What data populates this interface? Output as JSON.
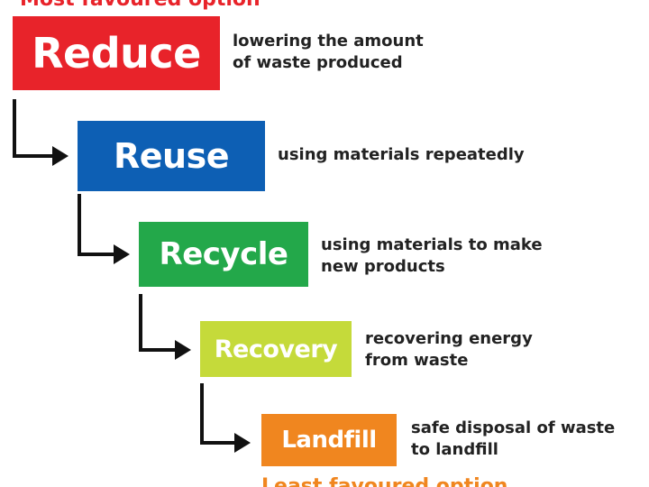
{
  "top_caption": "Most favoured option",
  "bottom_caption": "Least favoured option",
  "steps": [
    {
      "label": "Reduce",
      "description": [
        "lowering the amount",
        "of waste produced"
      ],
      "color": "#e8232a"
    },
    {
      "label": "Reuse",
      "description": [
        "using materials repeatedly"
      ],
      "color": "#0d5fb4"
    },
    {
      "label": "Recycle",
      "description": [
        "using materials to make",
        "new products"
      ],
      "color": "#23a84a"
    },
    {
      "label": "Recovery",
      "description": [
        "recovering energy",
        "from waste"
      ],
      "color": "#c5da3a"
    },
    {
      "label": "Landfill",
      "description": [
        "safe disposal of waste",
        "to landfill"
      ],
      "color": "#f0861f"
    }
  ]
}
